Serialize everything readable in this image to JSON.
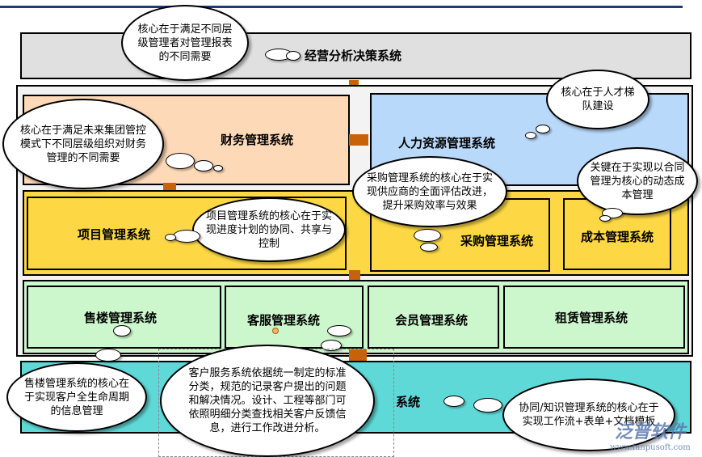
{
  "colors": {
    "top_line": "#1f3a7a",
    "decision": "#e0e0e0",
    "finance": "#fdd9b8",
    "hr": "#b9d9fb",
    "yellow": "#fdd844",
    "green": "#ccf6cc",
    "cyan": "#5fd9d8",
    "arrow": "#c8620a"
  },
  "systems": {
    "decision": "经营分析决策系统",
    "finance": "财务管理系统",
    "hr": "人力资源管理系统",
    "project": "项目管理系统",
    "procurement": "采购管理系统",
    "cost": "成本管理系统",
    "sales": "售楼管理系统",
    "customer_service": "客服管理系统",
    "member": "会员管理系统",
    "rental": "租赁管理系统",
    "bottom_partial": "系统"
  },
  "notes": {
    "decision": "核心在于满足不同层级管理者对管理报表的不同需要",
    "finance": "核心在于满足未来集团管控模式下不同层级组织对财务管理的不同需要",
    "hr": "核心在于人才梯队建设",
    "procurement": "采购管理系统的核心在于实现供应商的全面评估改进，提升采购效率与效果",
    "cost": "关键在于实现以合同管理为核心的动态成本管理",
    "project": "项目管理系统的核心在于实现进度计划的协同、共享与控制",
    "sales": "售楼管理系统的核心在于实现客户全生命周期的信息管理",
    "customer_service": "客户服务系统依据统一制定的标准分类，规范的记录客户提出的问题和解决情况。设计、工程等部门可依照明细分类查找相关客户反馈信息，进行工作改进分析。",
    "collab": "协同/知识管理系统的核心在于实现工作流+表单+文档模板"
  },
  "watermark": {
    "brand": "泛普软件",
    "url": "www.fanpusoft.com"
  }
}
